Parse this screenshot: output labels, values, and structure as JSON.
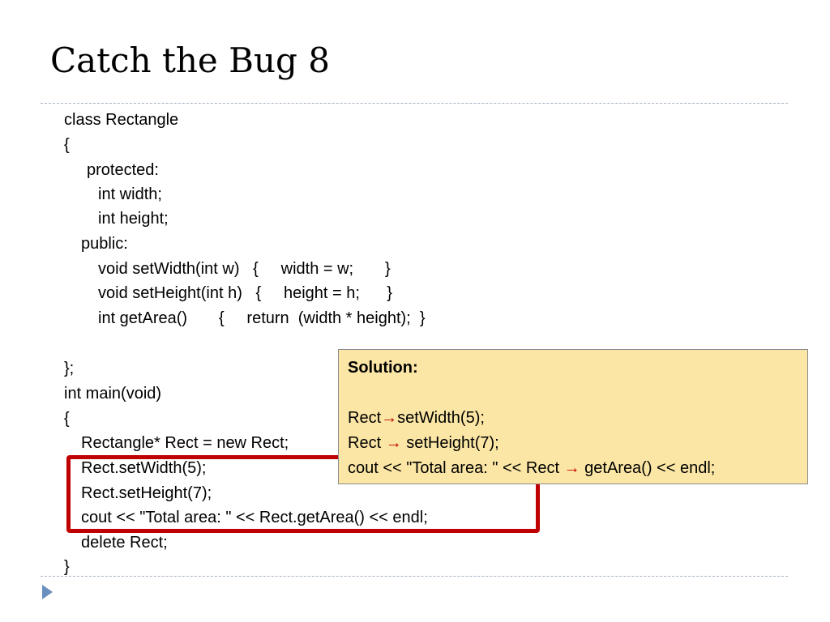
{
  "slide": {
    "title": "Catch the Bug 8"
  },
  "code": {
    "lines": [
      "class Rectangle",
      "{",
      "protected:",
      "int width;",
      "int height;",
      "public:",
      "void setWidth(int w)   {     width = w;       }",
      "void setHeight(int h)   {     height = h;      }",
      "int getArea()       {     return  (width * height);  }",
      "};",
      "int main(void)",
      "{",
      "Rectangle* Rect = new Rect;",
      "Rect.setWidth(5);",
      "Rect.setHeight(7);",
      "cout << \"Total area: \" << Rect.getArea() << endl;",
      "delete Rect;",
      "}"
    ]
  },
  "solution": {
    "heading": "Solution:",
    "line1_a": "Rect",
    "line1_b": "setWidth(5);",
    "line2_a": "Rect ",
    "line2_b": " setHeight(7);",
    "line3_a": "cout << \"Total area: \" << Rect ",
    "line3_b": " getArea() << endl;",
    "arrow": "→"
  },
  "colors": {
    "highlight_border": "#c00000",
    "solution_background": "#fbe6a5",
    "arrow": "#c00000",
    "bullet": "#6a90bd"
  },
  "icons": {
    "bullet": "triangle-bullet-icon"
  }
}
